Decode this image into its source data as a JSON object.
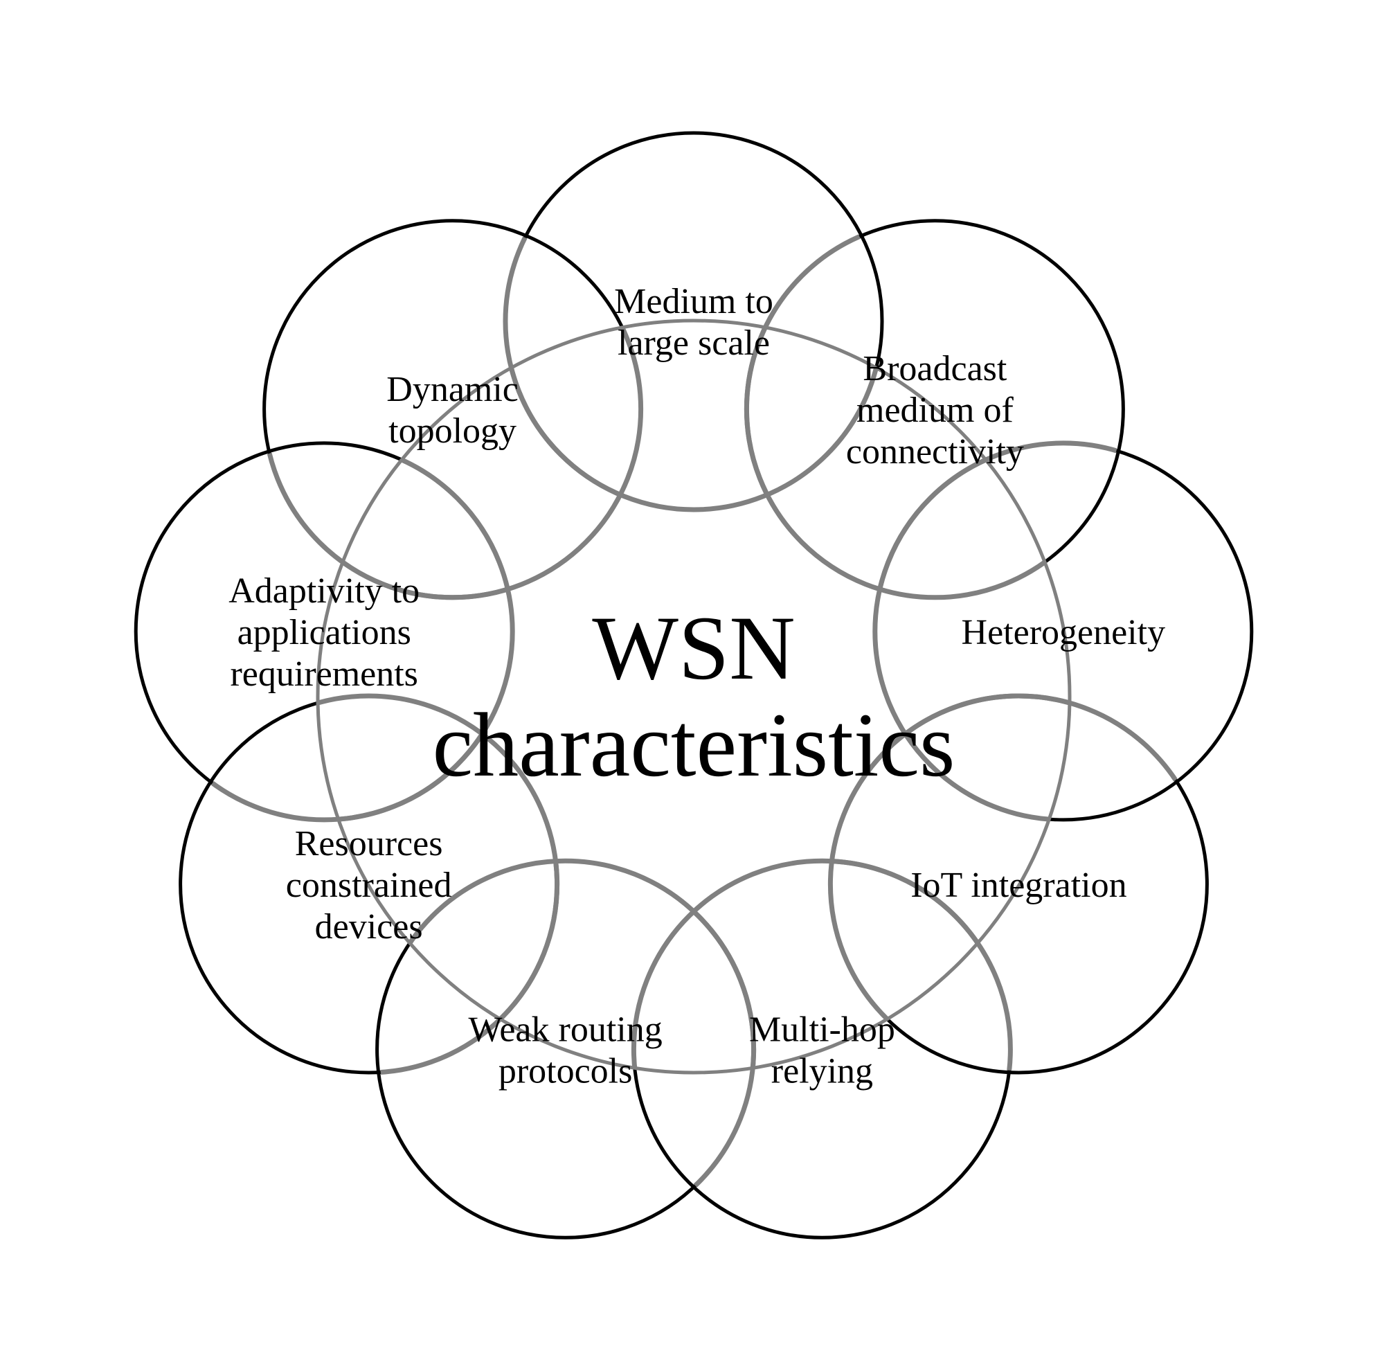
{
  "center": {
    "lines": [
      "WSN",
      "characteristics"
    ]
  },
  "nodes": [
    {
      "id": "medium-to-large-scale",
      "lines": [
        "Medium to",
        "large scale"
      ]
    },
    {
      "id": "broadcast-medium",
      "lines": [
        "Broadcast",
        "medium of",
        "connectivity"
      ]
    },
    {
      "id": "heterogeneity",
      "lines": [
        "Heterogeneity"
      ]
    },
    {
      "id": "iot-integration",
      "lines": [
        "IoT integration"
      ]
    },
    {
      "id": "multi-hop-relying",
      "lines": [
        "Multi-hop",
        "relying"
      ]
    },
    {
      "id": "weak-routing-protocols",
      "lines": [
        "Weak routing",
        "protocols"
      ]
    },
    {
      "id": "resources-constrained-devices",
      "lines": [
        "Resources",
        "constrained",
        "devices"
      ]
    },
    {
      "id": "adaptivity",
      "lines": [
        "Adaptivity to",
        "applications",
        "requirements"
      ]
    },
    {
      "id": "dynamic-topology",
      "lines": [
        "Dynamic",
        "topology"
      ]
    }
  ],
  "colors": {
    "node_stroke": "#000000",
    "overlap_stroke": "#808080",
    "background": "#ffffff"
  }
}
